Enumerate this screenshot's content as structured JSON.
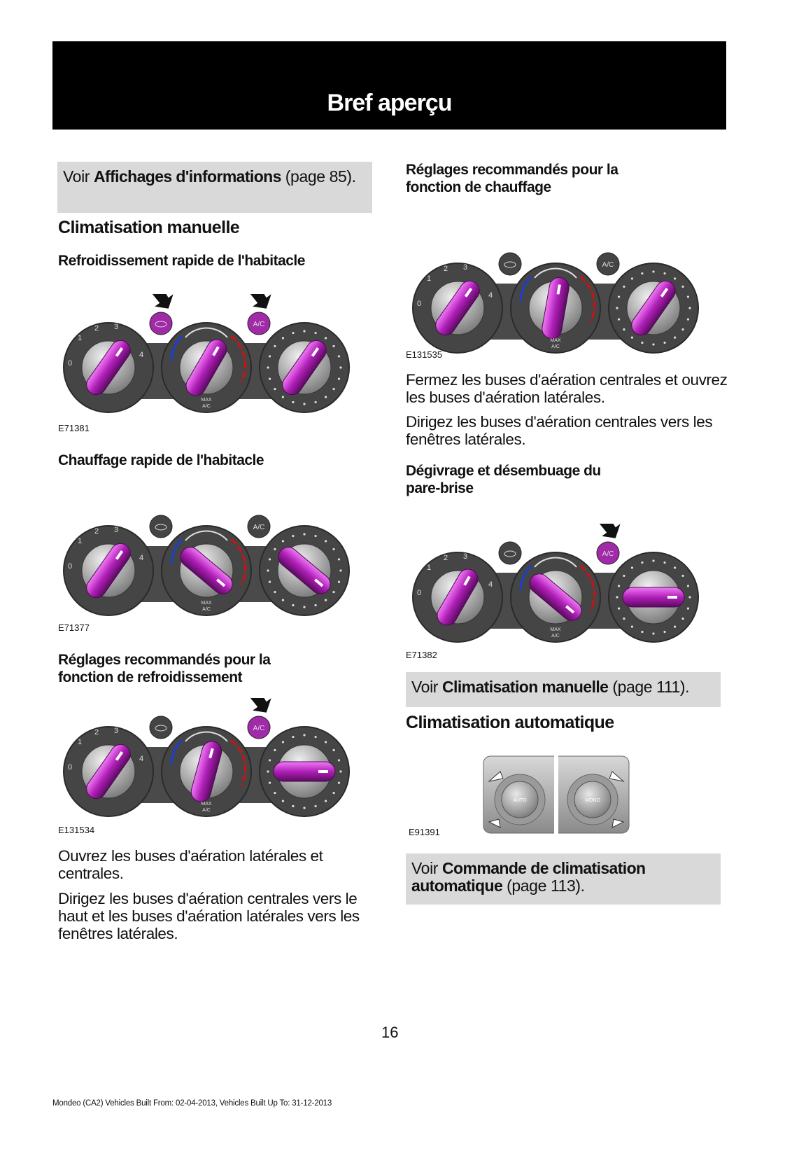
{
  "header": {
    "title": "Bref aperçu"
  },
  "left": {
    "see_info": {
      "prefix": "Voir ",
      "link": "Affichages d'informations",
      "suffix": " (page 85)."
    },
    "section_title": "Climatisation manuelle",
    "quick_cool": {
      "title": "Refroidissement rapide de l'habitacle",
      "figure_code": "E71381"
    },
    "quick_heat": {
      "title": "Chauffage rapide de l'habitacle",
      "figure_code": "E71377"
    },
    "cooling": {
      "title_line1": "Réglages recommandés pour la",
      "title_line2": "fonction de refroidissement",
      "figure_code": "E131534",
      "para1": "Ouvrez les buses d'aération latérales et centrales.",
      "para2": "Dirigez les buses d'aération centrales vers le haut et les buses d'aération latérales vers les fenêtres latérales."
    }
  },
  "right": {
    "heating": {
      "title_line1": "Réglages recommandés pour la",
      "title_line2": "fonction de chauffage",
      "figure_code": "E131535",
      "para1": "Fermez les buses d'aération centrales et ouvrez les buses d'aération latérales.",
      "para2": "Dirigez les buses d'aération centrales vers les fenêtres latérales."
    },
    "defrost": {
      "title_line1": "Dégivrage et désembuage du",
      "title_line2": "pare-brise",
      "figure_code": "E71382"
    },
    "see_manual": {
      "prefix": "Voir ",
      "link": "Climatisation manuelle",
      "suffix": " (page 111)."
    },
    "auto_title": "Climatisation automatique",
    "auto_figure_code": "E91391",
    "auto_labels": {
      "left": "AUTO",
      "right": "MONO"
    },
    "see_auto": {
      "prefix": "Voir ",
      "link": "Commande de climatisation automatique",
      "suffix": " (page 113)."
    }
  },
  "panel_labels": {
    "ac": "A/C",
    "max": "MAX",
    "fan_speeds": [
      "0",
      "1",
      "2",
      "3",
      "4"
    ]
  },
  "colors": {
    "knob": "#b01fb8",
    "highlight": "#a12aa8",
    "cold": "#1a3fd0",
    "hot": "#d01010"
  },
  "page_number": "16",
  "footer": "Mondeo (CA2) Vehicles Built From: 02-04-2013, Vehicles Built Up To: 31-12-2013"
}
